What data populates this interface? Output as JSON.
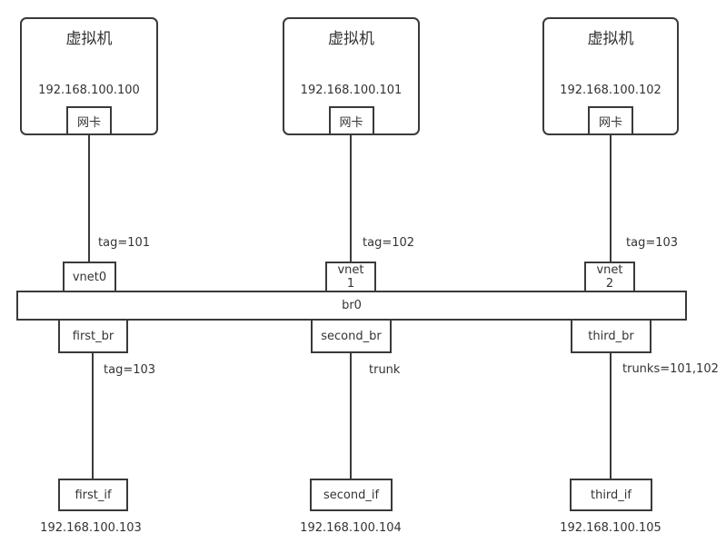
{
  "diagram": {
    "vms": [
      {
        "title": "虚拟机",
        "ip": "192.168.100.100",
        "nic_label": "网卡",
        "tag_label": "tag=101",
        "vnet_line1": "vnet0",
        "vnet_line2": ""
      },
      {
        "title": "虚拟机",
        "ip": "192.168.100.101",
        "nic_label": "网卡",
        "tag_label": "tag=102",
        "vnet_line1": "vnet",
        "vnet_line2": "1"
      },
      {
        "title": "虚拟机",
        "ip": "192.168.100.102",
        "nic_label": "网卡",
        "tag_label": "tag=103",
        "vnet_line1": "vnet",
        "vnet_line2": "2"
      }
    ],
    "bridge": {
      "label": "br0"
    },
    "ports": [
      {
        "label": "first_br",
        "link_label": "tag=103"
      },
      {
        "label": "second_br",
        "link_label": "trunk"
      },
      {
        "label": "third_br",
        "link_label": "trunks=101,102"
      }
    ],
    "interfaces": [
      {
        "label": "first_if",
        "ip": "192.168.100.103"
      },
      {
        "label": "second_if",
        "ip": "192.168.100.104"
      },
      {
        "label": "third_if",
        "ip": "192.168.100.105"
      }
    ],
    "colors": {
      "stroke": "#3a3a3a",
      "text": "#333333",
      "background": "#ffffff"
    }
  }
}
